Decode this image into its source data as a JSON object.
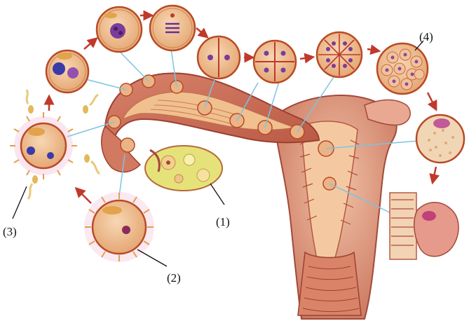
{
  "labels": {
    "ovary": "(1)",
    "egg": "(2)",
    "fertilization": "(3)",
    "blastocyst": "(4)"
  },
  "colors": {
    "cell_fill": "#efc095",
    "cell_edge": "#b84a26",
    "tissue": "#c9725a",
    "tube_inner": "#e9b07c",
    "ovary_fill": "#e6e27a",
    "pointer_line": "#7fc3e0",
    "arrow": "#c0392b",
    "nucleus": "#7b3c9a"
  }
}
